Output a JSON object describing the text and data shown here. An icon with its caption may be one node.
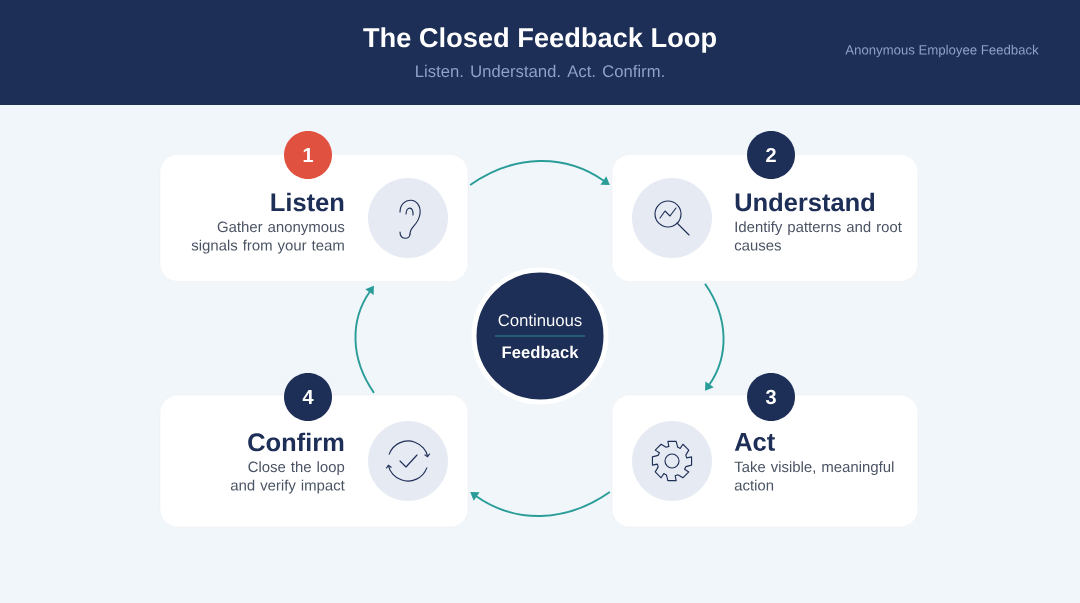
{
  "diagram": {
    "title": "The Closed Feedback Loop",
    "nodes": [
      {
        "text": [
          "Listen",
          "Gather anonymous signals from your team"
        ]
      },
      {
        "text": [
          "Understand",
          "Identify patterns and root causes"
        ]
      },
      {
        "text": [
          "Act",
          "Take visible, meaningful action"
        ]
      },
      {
        "text": [
          "Confirm",
          "Close the loop and verify impact"
        ]
      },
      {
        "text": [
          "1"
        ]
      },
      {
        "text": [
          "2"
        ]
      },
      {
        "text": [
          "3"
        ]
      },
      {
        "text": [
          "4"
        ]
      },
      {
        "text": [
          "Continuous",
          "Feedback"
        ]
      }
    ],
    "edges": [
      {
        "from": 0,
        "to": 1,
        "arrow": "to"
      },
      {
        "from": 1,
        "to": 2,
        "arrow": "to"
      },
      {
        "from": 2,
        "to": 3,
        "arrow": "to"
      },
      {
        "from": 3,
        "to": 0,
        "arrow": "to"
      }
    ],
    "labels": [
      "Listen. Understand. Act. Confirm.",
      "Anonymous Employee Feedback"
    ]
  }
}
